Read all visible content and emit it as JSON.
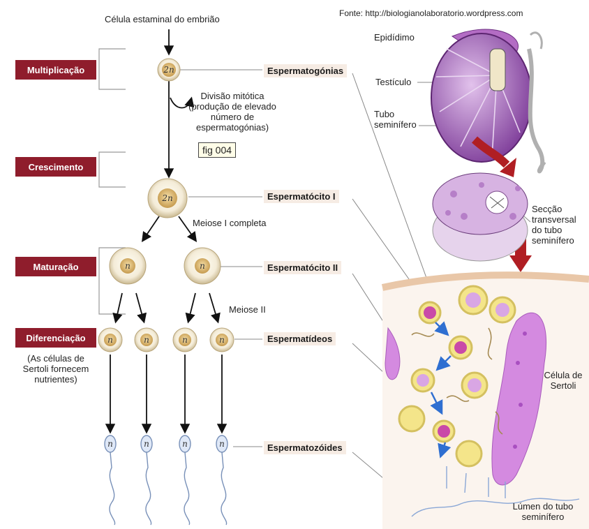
{
  "source": "Fonte: http://biologianolaboratorio.wordpress.com",
  "top_label": "Célula estaminal do embrião",
  "stages": [
    {
      "key": "multiplicacao",
      "label": "Multiplicação"
    },
    {
      "key": "crescimento",
      "label": "Crescimento"
    },
    {
      "key": "maturacao",
      "label": "Maturação"
    },
    {
      "key": "diferenciacao",
      "label": "Diferenciação"
    }
  ],
  "sertoli_note": "(As células de Sertoli fornecem nutrientes)",
  "mitotic_note": "Divisão mitótica (produção de elevado número de espermatogónias)",
  "fig_label": "fig 004",
  "meiosis1": "Meiose I completa",
  "meiosis2": "Meiose II",
  "cell_types": [
    {
      "label": "Espermatogónias",
      "ploidy": "2n"
    },
    {
      "label": "Espermatócito I",
      "ploidy": "2n"
    },
    {
      "label": "Espermatócito II",
      "ploidy": "n"
    },
    {
      "label": "Espermatídeos",
      "ploidy": "n"
    },
    {
      "label": "Espermatozóides",
      "ploidy": "n"
    }
  ],
  "anatomy": {
    "epididimo": "Epidídimo",
    "testiculo": "Testículo",
    "tubo": "Tubo seminífero",
    "seccao": "Secção transversal do tubo seminífero",
    "sertoli": "Célula de Sertoli",
    "lumen": "Lúmen do tubo seminífero"
  },
  "colors": {
    "stage_bg": "#8f1d2c",
    "arrow_red": "#b01e23",
    "tissue_purple": "#c27bd0",
    "cell_yellow": "#f6ec8a"
  }
}
